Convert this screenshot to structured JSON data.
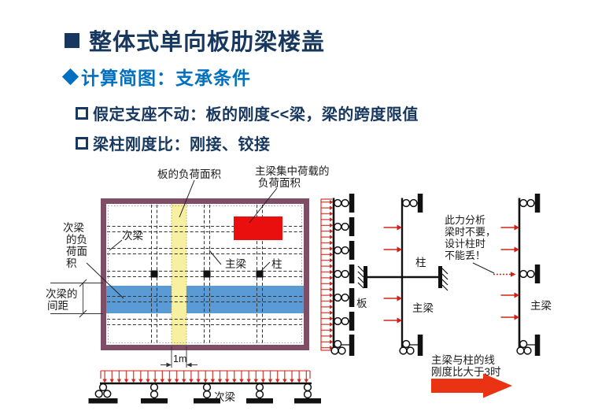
{
  "slide": {
    "title": "整体式单向板肋梁楼盖",
    "subtitle": "计算简图：支承条件",
    "bullet1": "假定支座不动：板的刚度<<梁，梁的跨度限值",
    "bullet2": "梁柱刚度比：刚接、铰接"
  },
  "plan": {
    "label_slab_load_area": "板的负荷面积",
    "label_girder_load_area_1": "主梁集中荷载的",
    "label_girder_load_area_2": "负荷面积",
    "label_secondary_beam": "次梁",
    "label_girder": "主梁",
    "label_column": "柱",
    "label_sec_beam_load_area_rows": [
      "次梁",
      "的负",
      "荷面",
      "积"
    ],
    "label_sec_beam_spacing_1": "次梁的",
    "label_sec_beam_spacing_2": "间距",
    "dim_strip_width": "1m"
  },
  "models": {
    "slab": "板",
    "column": "柱",
    "girder": "主梁",
    "girder_right": "主梁",
    "secondary_beam": "次梁",
    "note_lines": [
      "此力分析",
      "梁时不要，",
      "设计柱时",
      "不能丢！"
    ],
    "conclusion_1": "主梁与柱的线",
    "conclusion_2": "刚度比大于3时"
  },
  "icons": {
    "title_bullet": "filled-square-bullet",
    "subtitle_bullet": "diamond-bullet",
    "list_bullet": "hollow-square-bullet",
    "supports": [
      "roller-support",
      "pin-support",
      "fixed-support"
    ],
    "conclusion_arrow": "big-right-arrow"
  },
  "colors": {
    "title_navy": "#17375E",
    "subtitle_blue": "#0070C0",
    "plan_wall": "#7E4E66",
    "slab_strip_yellow": "#F6F0A0",
    "secondary_beam_band_blue": "#5B9BD5",
    "girder_load_red": "#E90F0F",
    "load_arrow_red": "#CF2318",
    "conclusion_arrow_red": "#E93312"
  }
}
